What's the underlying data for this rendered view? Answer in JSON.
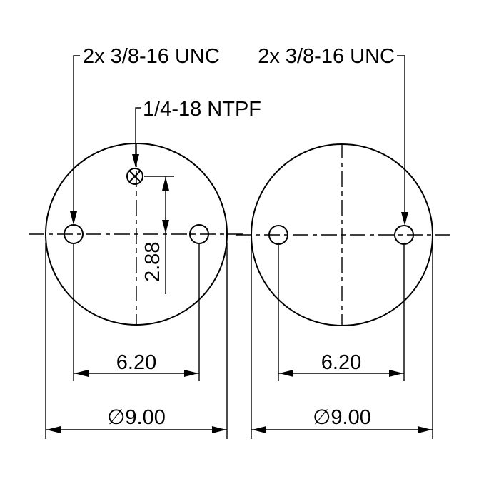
{
  "drawing": {
    "left_plate": {
      "bolt_callout": "2x 3/8-16 UNC",
      "air_fitting_callout": "1/4-18 NTPF",
      "offset_dimension": "2.88",
      "bolt_spacing": "6.20",
      "diameter_symbol": "∅",
      "diameter_value": "9.00"
    },
    "right_plate": {
      "bolt_callout": "2x 3/8-16 UNC",
      "bolt_spacing": "6.20",
      "diameter_symbol": "∅",
      "diameter_value": "9.00"
    }
  }
}
